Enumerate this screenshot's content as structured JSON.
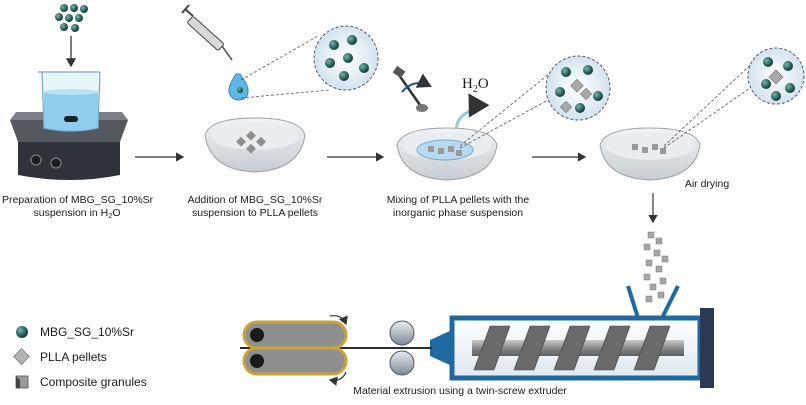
{
  "steps": [
    {
      "line1": "Preparation of MBG_SG_10%Sr",
      "line2_pre": "suspension in H",
      "line2_sub": "2",
      "line2_post": "O"
    },
    {
      "line1": "Addition of MBG_SG_10%Sr",
      "line2": "suspension to PLLA pellets"
    },
    {
      "line1": "Mixing of PLLA pellets with the",
      "line2": "inorganic phase suspension"
    },
    {
      "line1": "Air drying"
    }
  ],
  "h2o_label": {
    "base": "H",
    "sub": "2",
    "tail": "O"
  },
  "extrusion_caption": "Material extrusion using a twin-screw extruder",
  "legend": [
    {
      "label": "MBG_SG_10%Sr",
      "icon": "teal-sphere"
    },
    {
      "label": "PLLA pellets",
      "icon": "grey-diamond"
    },
    {
      "label": "Composite granules",
      "icon": "composite-cube"
    }
  ],
  "colors": {
    "bioglass": "#2f6b66",
    "pellet": "#a9a9a9",
    "barrel": "#1e6aa0",
    "hotplate": "#3a3d44",
    "water": "#9fd3f0"
  }
}
